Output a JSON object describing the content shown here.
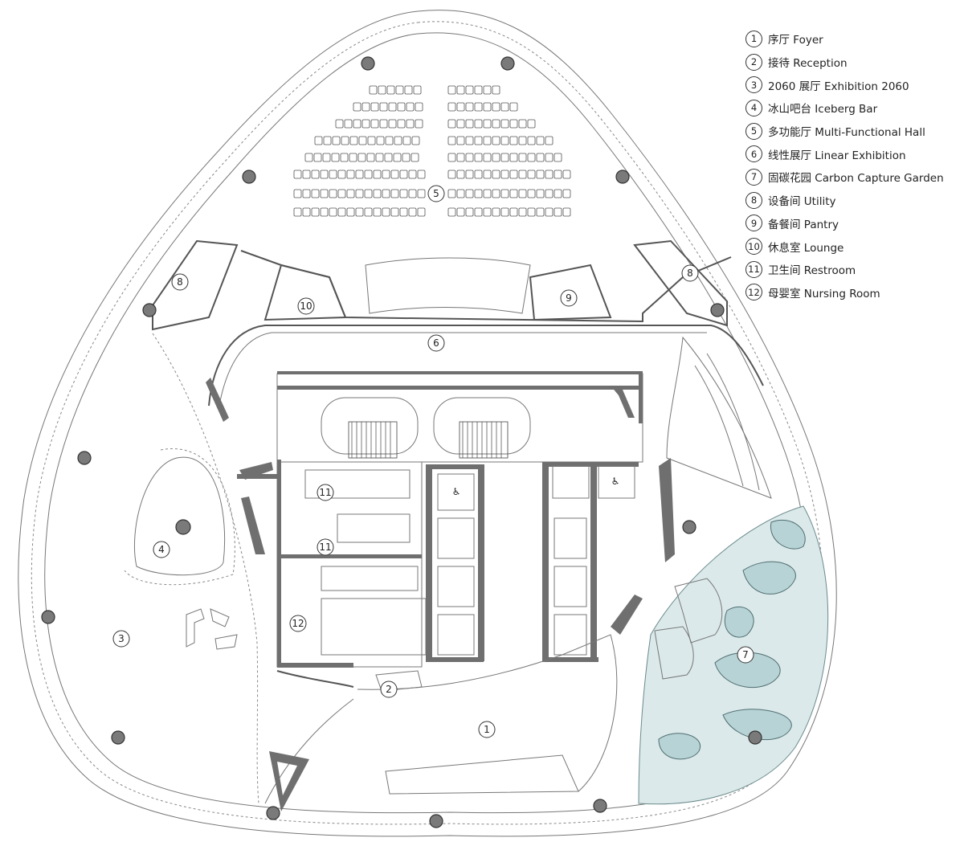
{
  "legend": [
    {
      "num": "1",
      "text": "序厅 Foyer"
    },
    {
      "num": "2",
      "text": "接待 Reception"
    },
    {
      "num": "3",
      "text": "2060 展厅 Exhibition 2060"
    },
    {
      "num": "4",
      "text": "冰山吧台 Iceberg Bar"
    },
    {
      "num": "5",
      "text": "多功能厅 Multi-Functional Hall"
    },
    {
      "num": "6",
      "text": "线性展厅 Linear Exhibition"
    },
    {
      "num": "7",
      "text": "固碳花园 Carbon Capture Garden"
    },
    {
      "num": "8",
      "text": "设备间 Utility"
    },
    {
      "num": "9",
      "text": "备餐间 Pantry"
    },
    {
      "num": "10",
      "text": "休息室 Lounge"
    },
    {
      "num": "11",
      "text": "卫生间 Restroom"
    },
    {
      "num": "12",
      "text": "母婴室 Nursing Room"
    }
  ],
  "plan_labels": {
    "foyer": "1",
    "reception": "2",
    "exhibition": "3",
    "bar": "4",
    "hall": "5",
    "linear": "6",
    "garden": "7",
    "utility_left": "8",
    "utility_right": "8",
    "pantry": "9",
    "lounge": "10",
    "restroom_top": "11",
    "restroom_bottom": "11",
    "nursing": "12"
  },
  "colors": {
    "wall": "#6f6f6f",
    "column": "#7a7a7a",
    "garden": "#dbe9ea",
    "pond": "#b8d3d6"
  }
}
